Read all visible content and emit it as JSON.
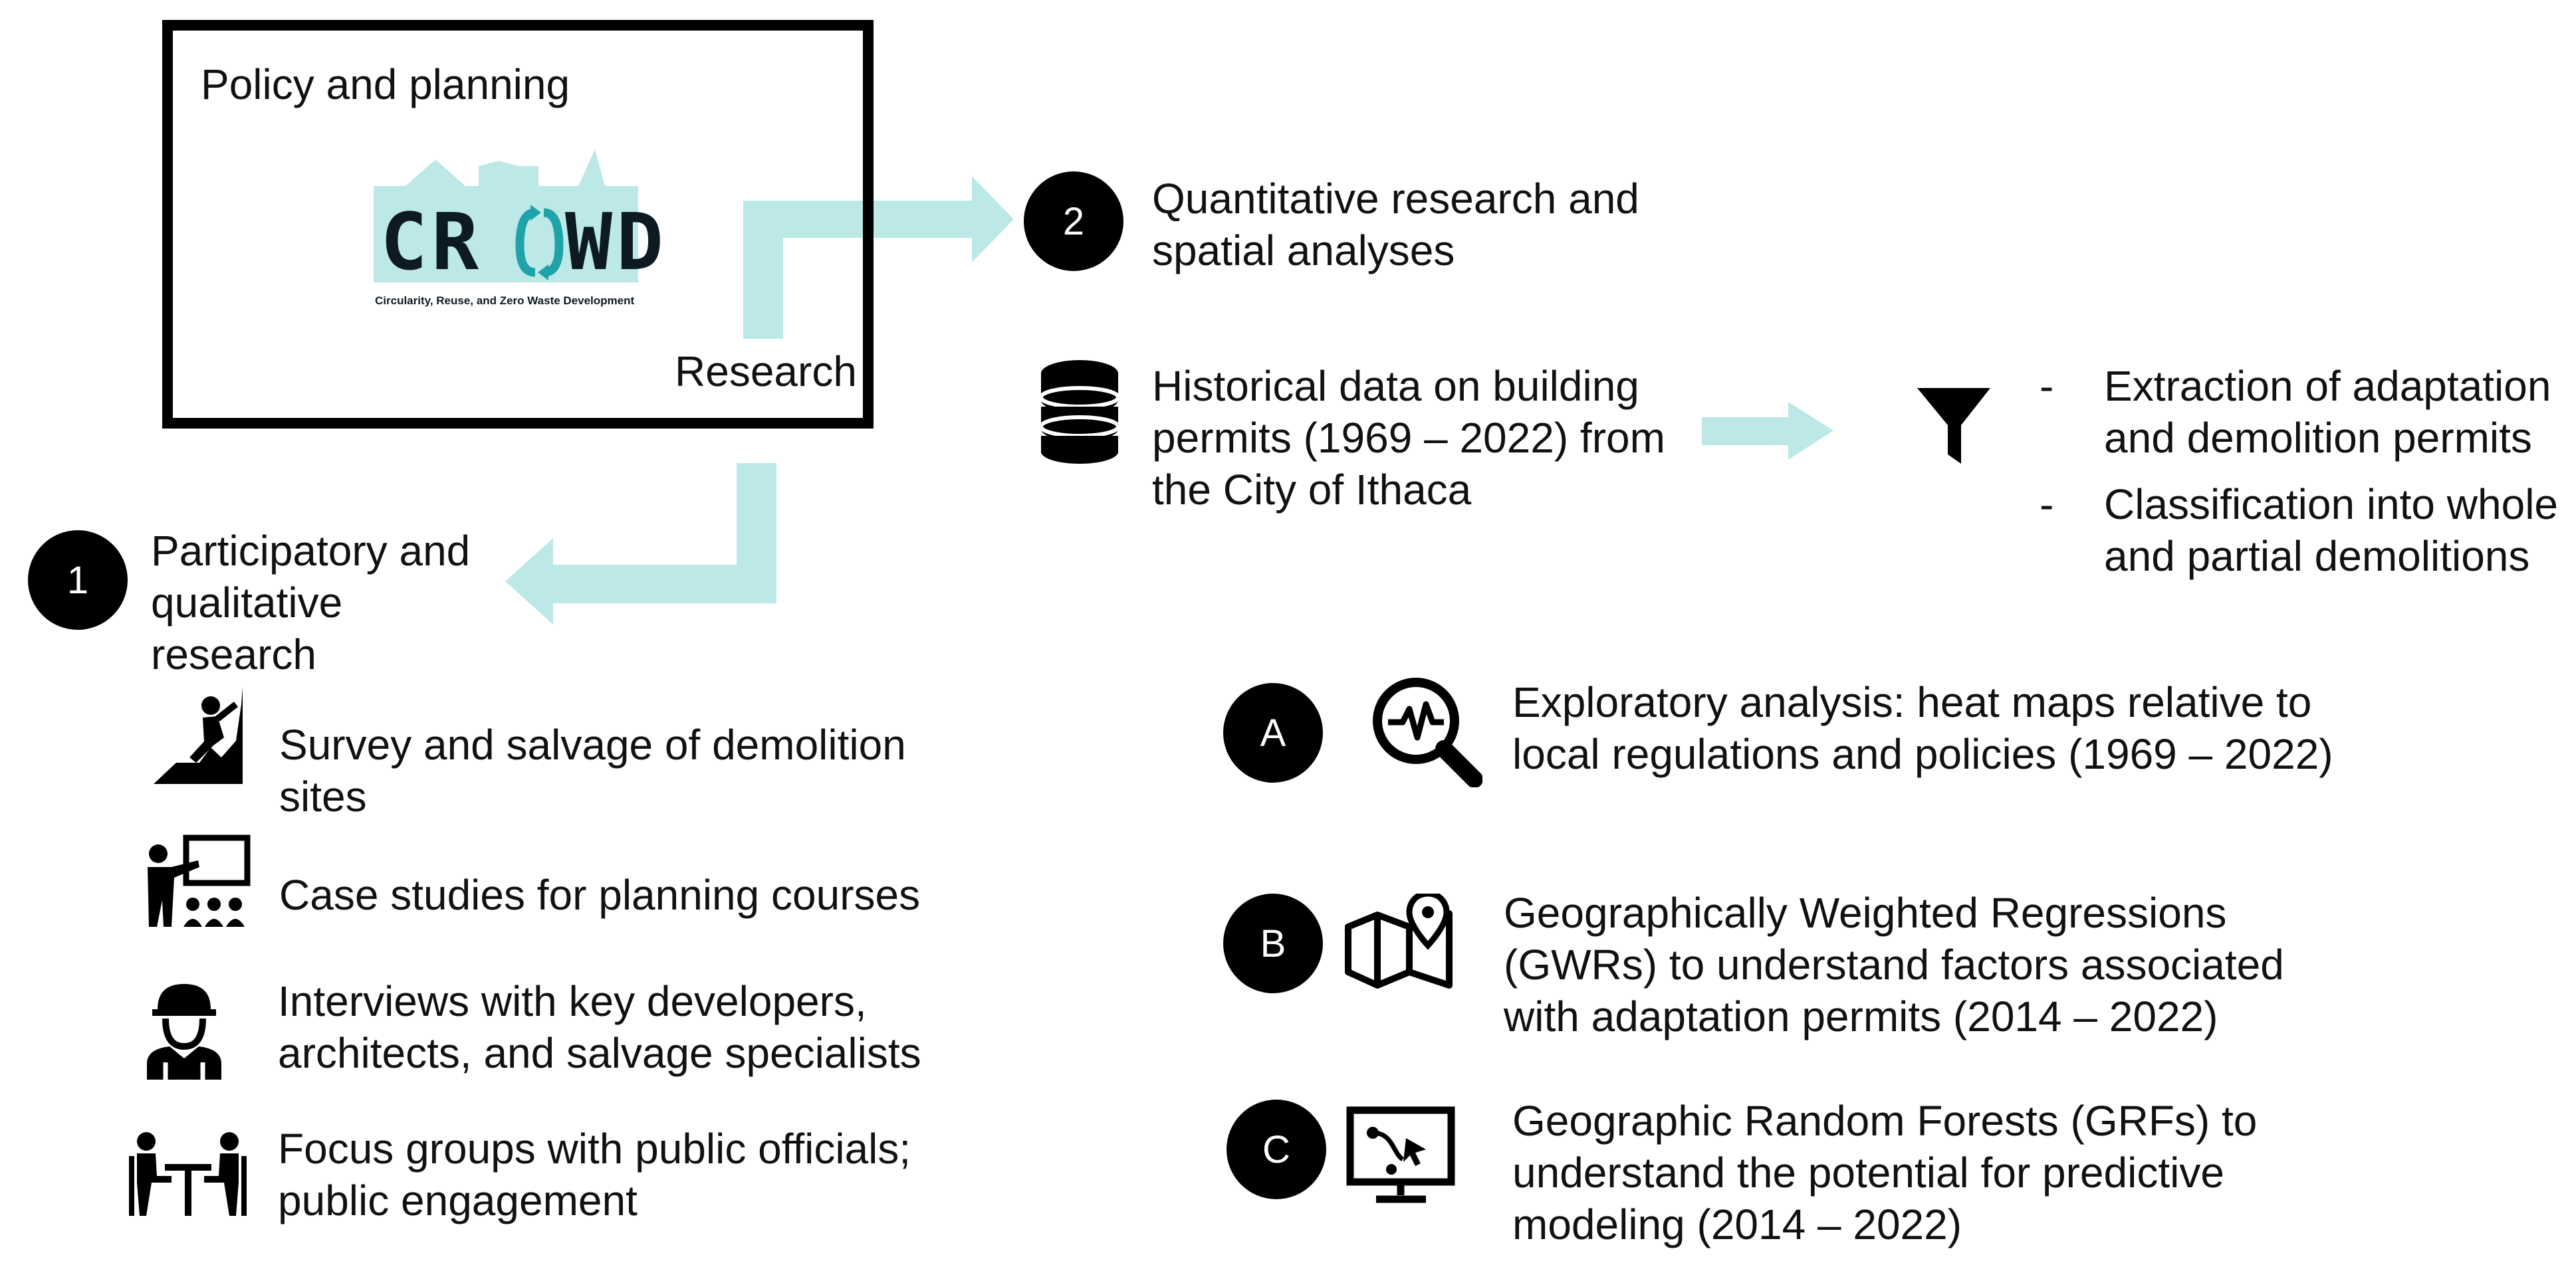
{
  "policy_box": {
    "title": "Policy and planning",
    "logo_word": "CR",
    "logo_word_end": "WD",
    "logo_tagline": "Circularity, Reuse, and Zero Waste Development",
    "research_label": "Research"
  },
  "branch_2": {
    "badge": "2",
    "title_line1": "Quantitative research and",
    "title_line2": "spatial analyses",
    "data_line1": "Historical data on building",
    "data_line2": "permits (1969 – 2022) from",
    "data_line3": "the City of Ithaca",
    "filter_items": [
      {
        "dash": "-",
        "line1": "Extraction of adaptation",
        "line2": "and demolition permits"
      },
      {
        "dash": "-",
        "line1": "Classification into whole",
        "line2": "and partial demolitions"
      }
    ]
  },
  "analyses": [
    {
      "badge": "A",
      "icon": "magnifier-pulse-icon",
      "line1": "Exploratory analysis: heat maps relative to",
      "line2": "local regulations and policies (1969 – 2022)"
    },
    {
      "badge": "B",
      "icon": "map-pin-icon",
      "line1": "Geographically Weighted Regressions",
      "line2": "(GWRs) to understand factors associated",
      "line3": "with adaptation permits (2014 – 2022)"
    },
    {
      "badge": "C",
      "icon": "monitor-decision-icon",
      "line1": "Geographic Random Forests (GRFs) to",
      "line2": "understand the potential for predictive",
      "line3": "modeling (2014 – 2022)"
    }
  ],
  "branch_1": {
    "badge": "1",
    "title_line1": "Participatory and",
    "title_line2": "qualitative",
    "title_line3": "research",
    "items": [
      {
        "icon": "climber-icon",
        "line1": "Survey and salvage of demolition",
        "line2": "sites"
      },
      {
        "icon": "teacher-icon",
        "line1": "Case studies for planning courses"
      },
      {
        "icon": "worker-icon",
        "line1": "Interviews with key developers,",
        "line2": "architects, and salvage specialists"
      },
      {
        "icon": "meeting-icon",
        "line1": "Focus groups with public officials;",
        "line2": "public engagement"
      }
    ]
  },
  "colors": {
    "arrow": "#bde8e8",
    "badge": "#000000",
    "logo_bg": "#bde8e8",
    "logo_accent": "#1fa3a8"
  }
}
